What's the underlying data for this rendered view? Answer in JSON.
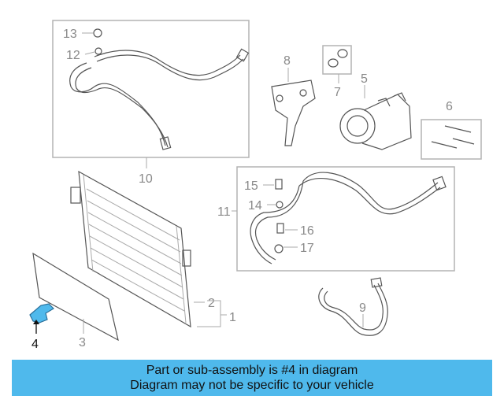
{
  "callouts": {
    "c1": "1",
    "c2": "2",
    "c3": "3",
    "c4": "4",
    "c5": "5",
    "c6": "6",
    "c7": "7",
    "c8": "8",
    "c9": "9",
    "c10": "10",
    "c11": "11",
    "c12": "12",
    "c13": "13",
    "c14": "14",
    "c15": "15",
    "c16": "16",
    "c17": "17"
  },
  "highlight_color": "#4fb9ec",
  "banner": {
    "line1": "Part or sub-assembly is #4 in diagram",
    "line2": "Diagram may not be specific to your vehicle"
  }
}
